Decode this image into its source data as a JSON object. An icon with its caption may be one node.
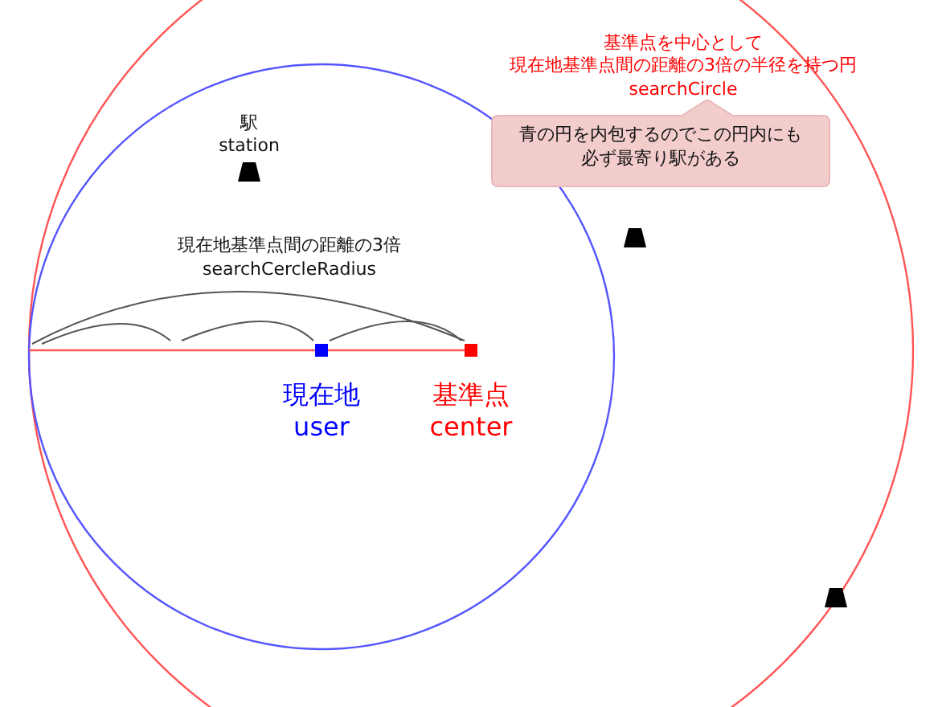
{
  "diagram": {
    "nodes": [
      {
        "text": [
          "青の円を内包するのでこの円内にも必ず最寄り駅がある"
        ]
      }
    ],
    "labels": [
      "基準点を中心として",
      "現在地基準点間の距離の3倍の半径を持つ円",
      "searchCircle",
      "駅",
      "station",
      "現在地基準点間の距離の3倍",
      "searchCercleRadius",
      "現在地",
      "user",
      "基準点",
      "center"
    ]
  }
}
